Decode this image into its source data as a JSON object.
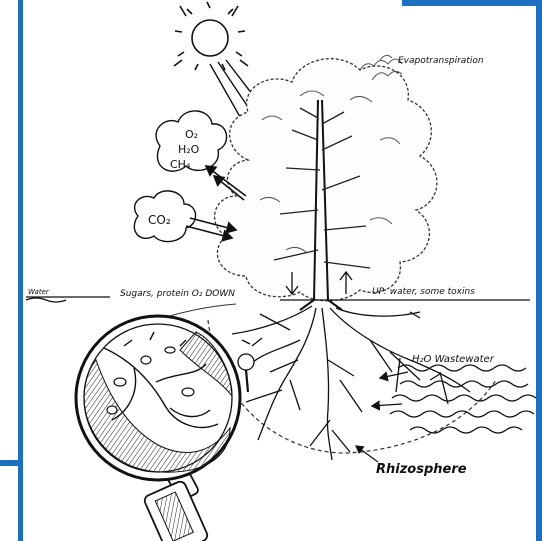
{
  "colors": {
    "frame": "#1f6fc0",
    "ink": "#111111",
    "background": "#ffffff"
  },
  "labels": {
    "evapotranspiration": "Evapotranspiration",
    "o2": "O₂",
    "h2o_cloud": "H₂O",
    "ch4": "CH₄",
    "co2": "CO₂",
    "sugars_down": "Sugars, protein O₂ DOWN",
    "up_water": "UP: water, some toxins",
    "water_label": "Water",
    "h2o_wastewater": "H₂O  Wastewater",
    "rhizosphere": "Rhizosphere"
  },
  "icons": [
    "sun-icon",
    "magnifying-glass-icon",
    "tree-icon"
  ]
}
